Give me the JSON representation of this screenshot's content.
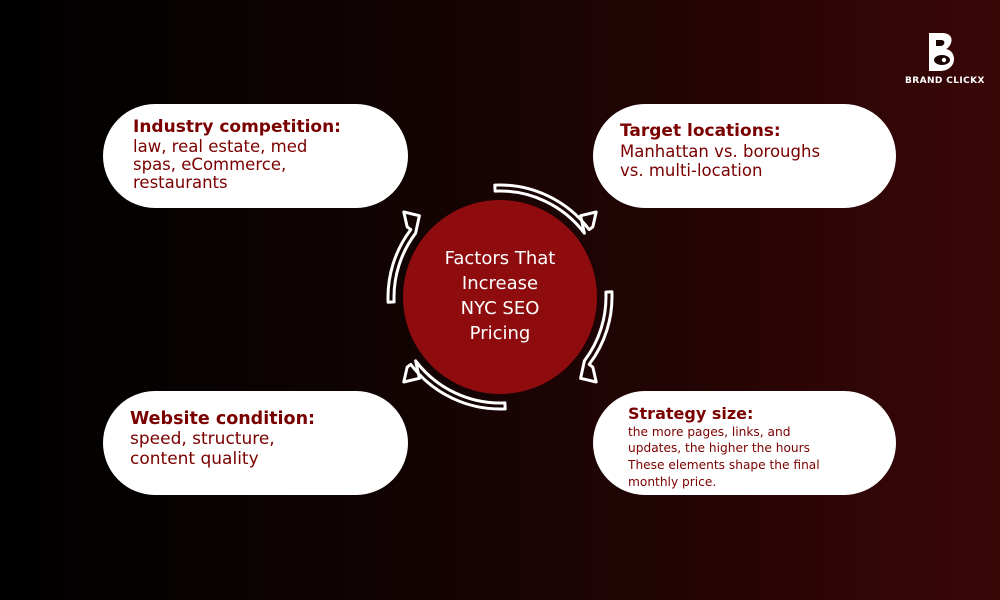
{
  "brand": {
    "logo_letter": "B",
    "name": "BRAND CLICKX"
  },
  "center": {
    "lines": [
      "Factors That",
      "Increase",
      "NYC SEO",
      "Pricing"
    ]
  },
  "cards": {
    "top_left": {
      "title": "Industry competition:",
      "body": [
        "law, real estate, med",
        "spas, eCommerce,",
        "restaurants"
      ]
    },
    "top_right": {
      "title": "Target locations:",
      "body": [
        "Manhattan vs. boroughs",
        "vs. multi-location"
      ]
    },
    "bottom_left": {
      "title": "Website condition:",
      "body": [
        "speed, structure,",
        "content quality"
      ]
    },
    "bottom_right": {
      "title": "Strategy size:",
      "body": [
        "the more pages, links, and",
        "updates, the higher the hours",
        "These elements shape the final",
        "monthly price."
      ]
    }
  },
  "colors": {
    "hub_fill": "#8e0b0e",
    "text_accent": "#7a0000",
    "card_bg": "#ffffff",
    "arrow": "#ffffff"
  },
  "icons": [
    "brand-logo-icon",
    "cycle-arrow-icon"
  ]
}
